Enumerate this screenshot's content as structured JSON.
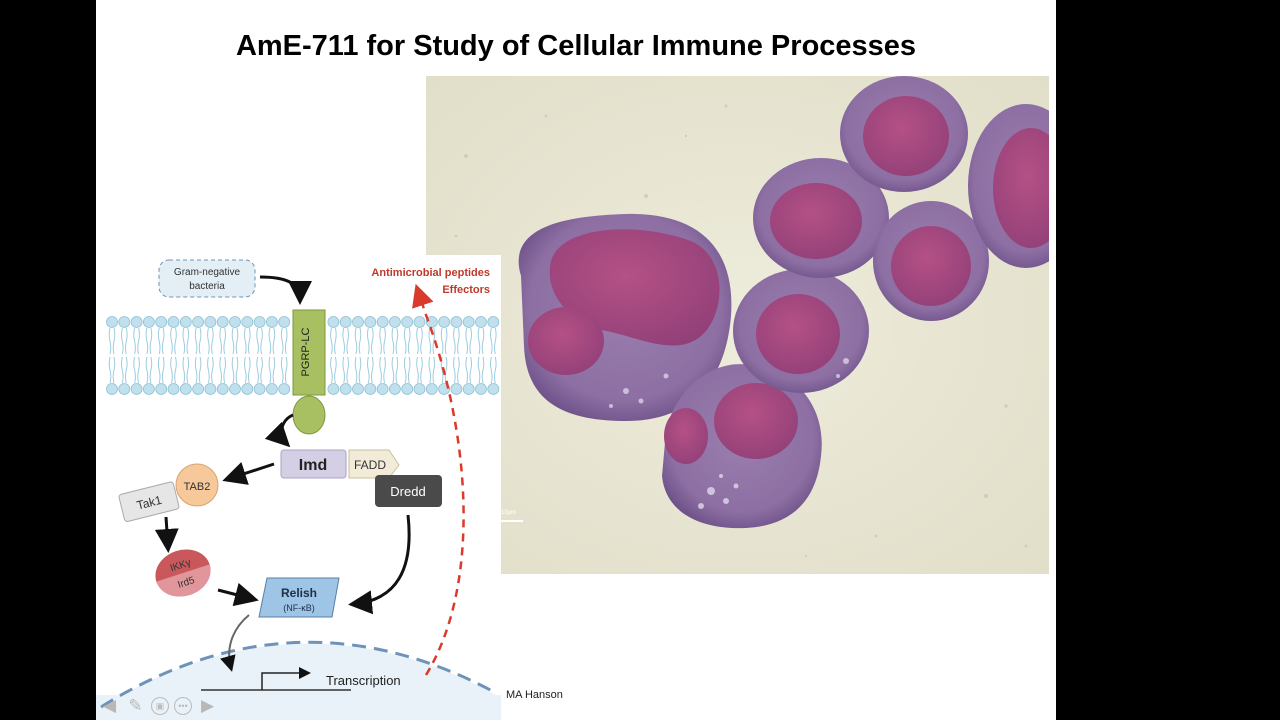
{
  "slide": {
    "title": "AmE-711 for Study of Cellular Immune Processes",
    "author": "MA Hanson"
  },
  "micrograph": {
    "scale_label": "10μm"
  },
  "diagram": {
    "bacteria_line1": "Gram-negative",
    "bacteria_line2": "bacteria",
    "receptor": "PGRP-LC",
    "amp_line1": "Antimicrobial peptides",
    "amp_line2": "Effectors",
    "imd": "Imd",
    "fadd": "FADD",
    "dredd": "Dredd",
    "tab2": "TAB2",
    "tak1": "Tak1",
    "ikky": "IKKγ",
    "ird5": "Ird5",
    "relish": "Relish",
    "nfkb": "(NF-κB)",
    "transcription": "Transcription"
  },
  "nav": {
    "back": "back-arrow-icon",
    "pen": "pen-icon",
    "slides": "slides-icon",
    "more": "more-icon",
    "forward": "forward-arrow-icon"
  },
  "colors": {
    "cell_purple": "#7e4d8c",
    "nucleus": "#a6487e",
    "background_micro": "#e9e7d4",
    "membrane": "#b9dbe8",
    "pgrp_green": "#a8c062",
    "arrow_red": "#d93a2b"
  }
}
